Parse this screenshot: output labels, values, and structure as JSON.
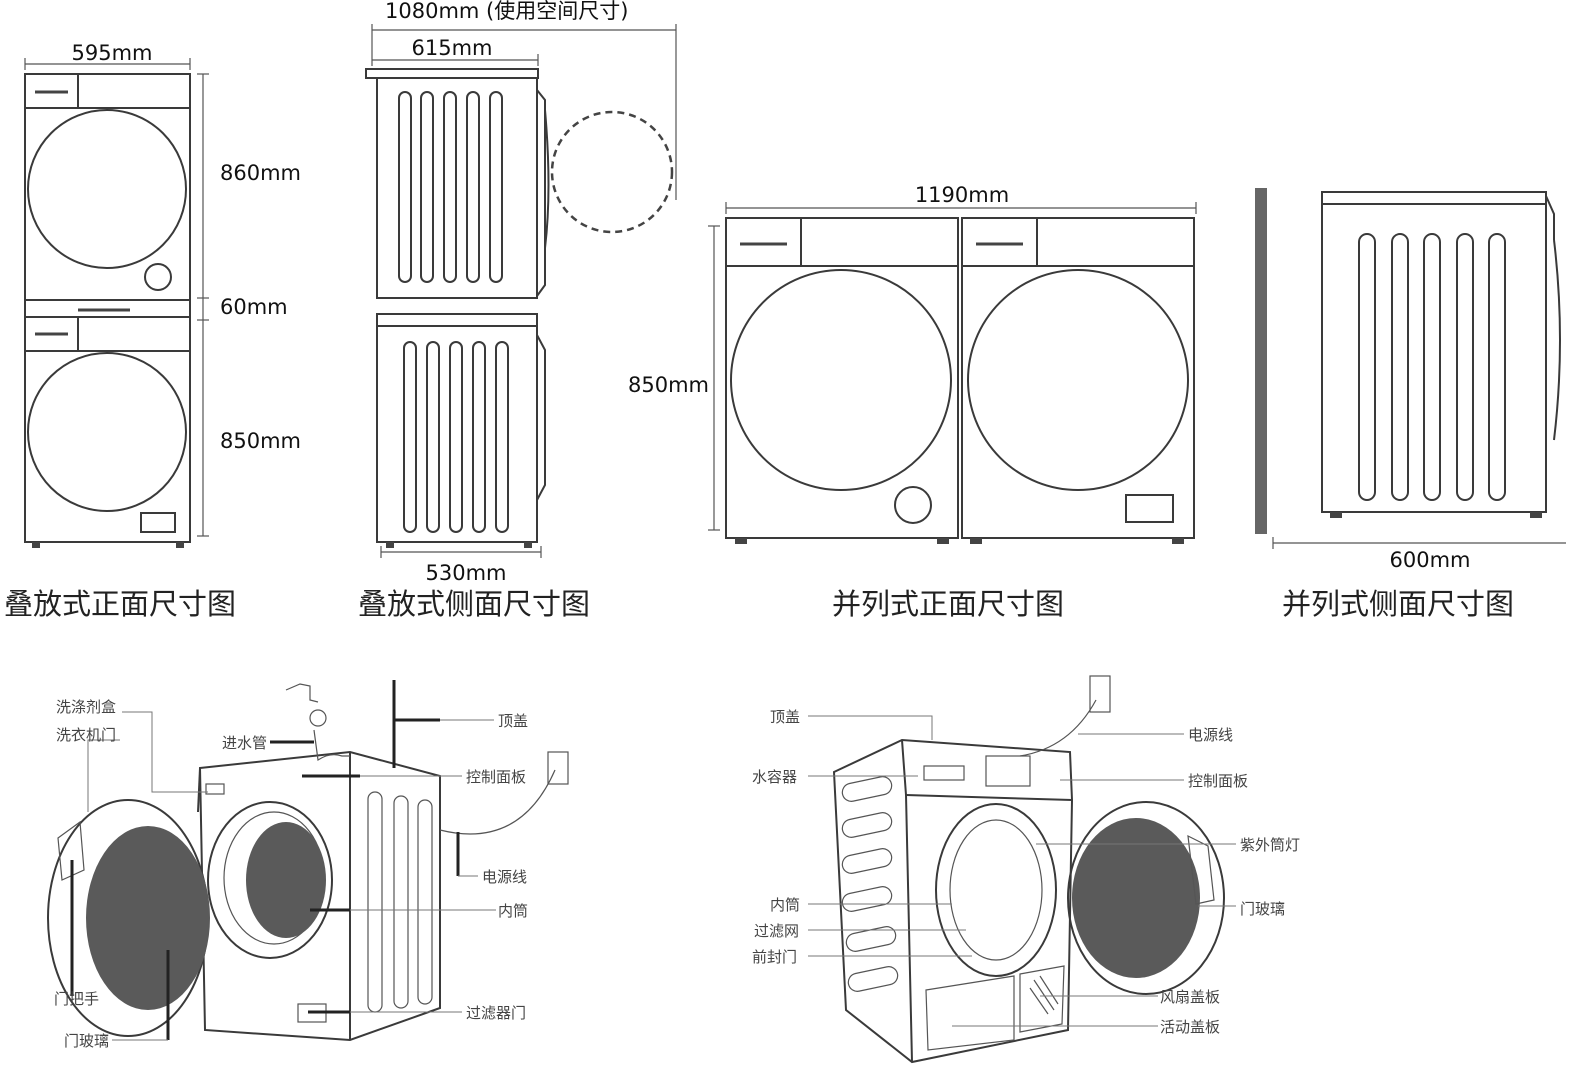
{
  "captions": {
    "stacked_front": "叠放式正面尺寸图",
    "stacked_side": "叠放式侧面尺寸图",
    "side_by_side_front": "并列式正面尺寸图",
    "side_by_side_side": "并列式侧面尺寸图"
  },
  "dimensions": {
    "stacked_front_width": "595mm",
    "stacked_upper_height": "860mm",
    "stacked_gap": "60mm",
    "stacked_lower_height": "850mm",
    "stacked_side_total": "1080mm (使用空间尺寸)",
    "stacked_side_upper_depth": "615mm",
    "stacked_side_lower_depth": "530mm",
    "sbs_total_width": "1190mm",
    "sbs_height": "850mm",
    "sbs_side_depth": "600mm"
  },
  "washer_labels": {
    "detergent_box": "洗涤剂盒",
    "washer_door": "洗衣机门",
    "inlet_pipe": "进水管",
    "top_cover": "顶盖",
    "control_panel": "控制面板",
    "power_cord": "电源线",
    "inner_drum": "内筒",
    "door_handle": "门把手",
    "door_glass": "门玻璃",
    "filter_door": "过滤器门"
  },
  "dryer_labels": {
    "top_cover": "顶盖",
    "power_cord": "电源线",
    "water_container": "水容器",
    "control_panel": "控制面板",
    "uv_lamp": "紫外筒灯",
    "inner_drum": "内筒",
    "door_glass": "门玻璃",
    "filter_screen": "过滤网",
    "front_seal": "前封门",
    "fan_cover": "风扇盖板",
    "movable_cover": "活动盖板"
  }
}
